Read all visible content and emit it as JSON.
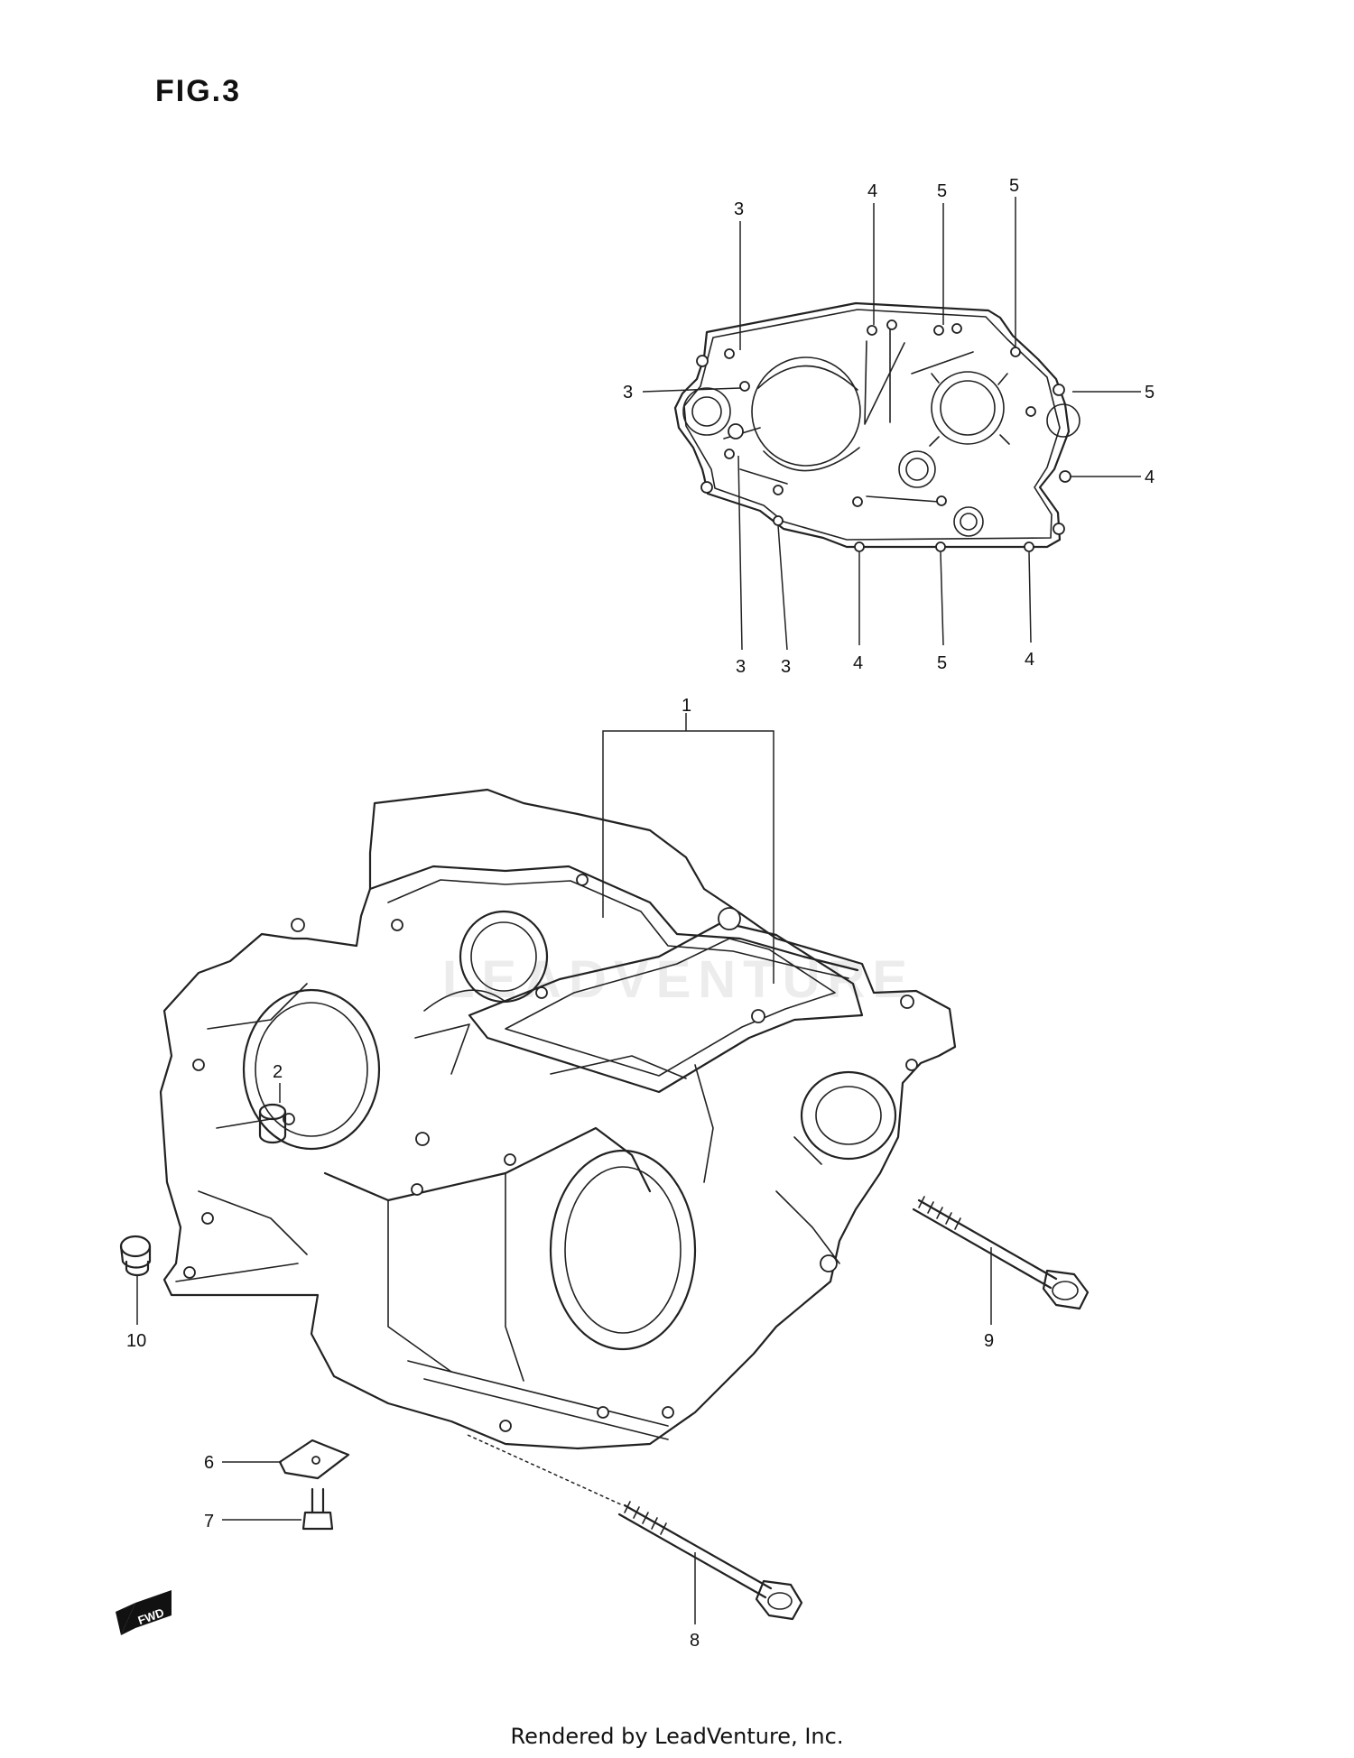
{
  "figure": {
    "title": "FIG.3"
  },
  "watermark": {
    "text": "LEADVENTURE"
  },
  "footer": {
    "text": "Rendered by LeadVenture, Inc."
  },
  "fwd_badge": {
    "text": "FWD"
  },
  "gasket_callouts": {
    "top": [
      "3",
      "4",
      "5",
      "5"
    ],
    "left": [
      "3"
    ],
    "right": [
      "5",
      "4"
    ],
    "bottom": [
      "3",
      "3",
      "4",
      "5",
      "4"
    ]
  },
  "crankcase_callouts": {
    "assembly": "1",
    "dowel": "2",
    "plate": "6",
    "small_bolt": "7",
    "long_bolt_lower": "8",
    "long_bolt_right": "9",
    "plug": "10"
  }
}
